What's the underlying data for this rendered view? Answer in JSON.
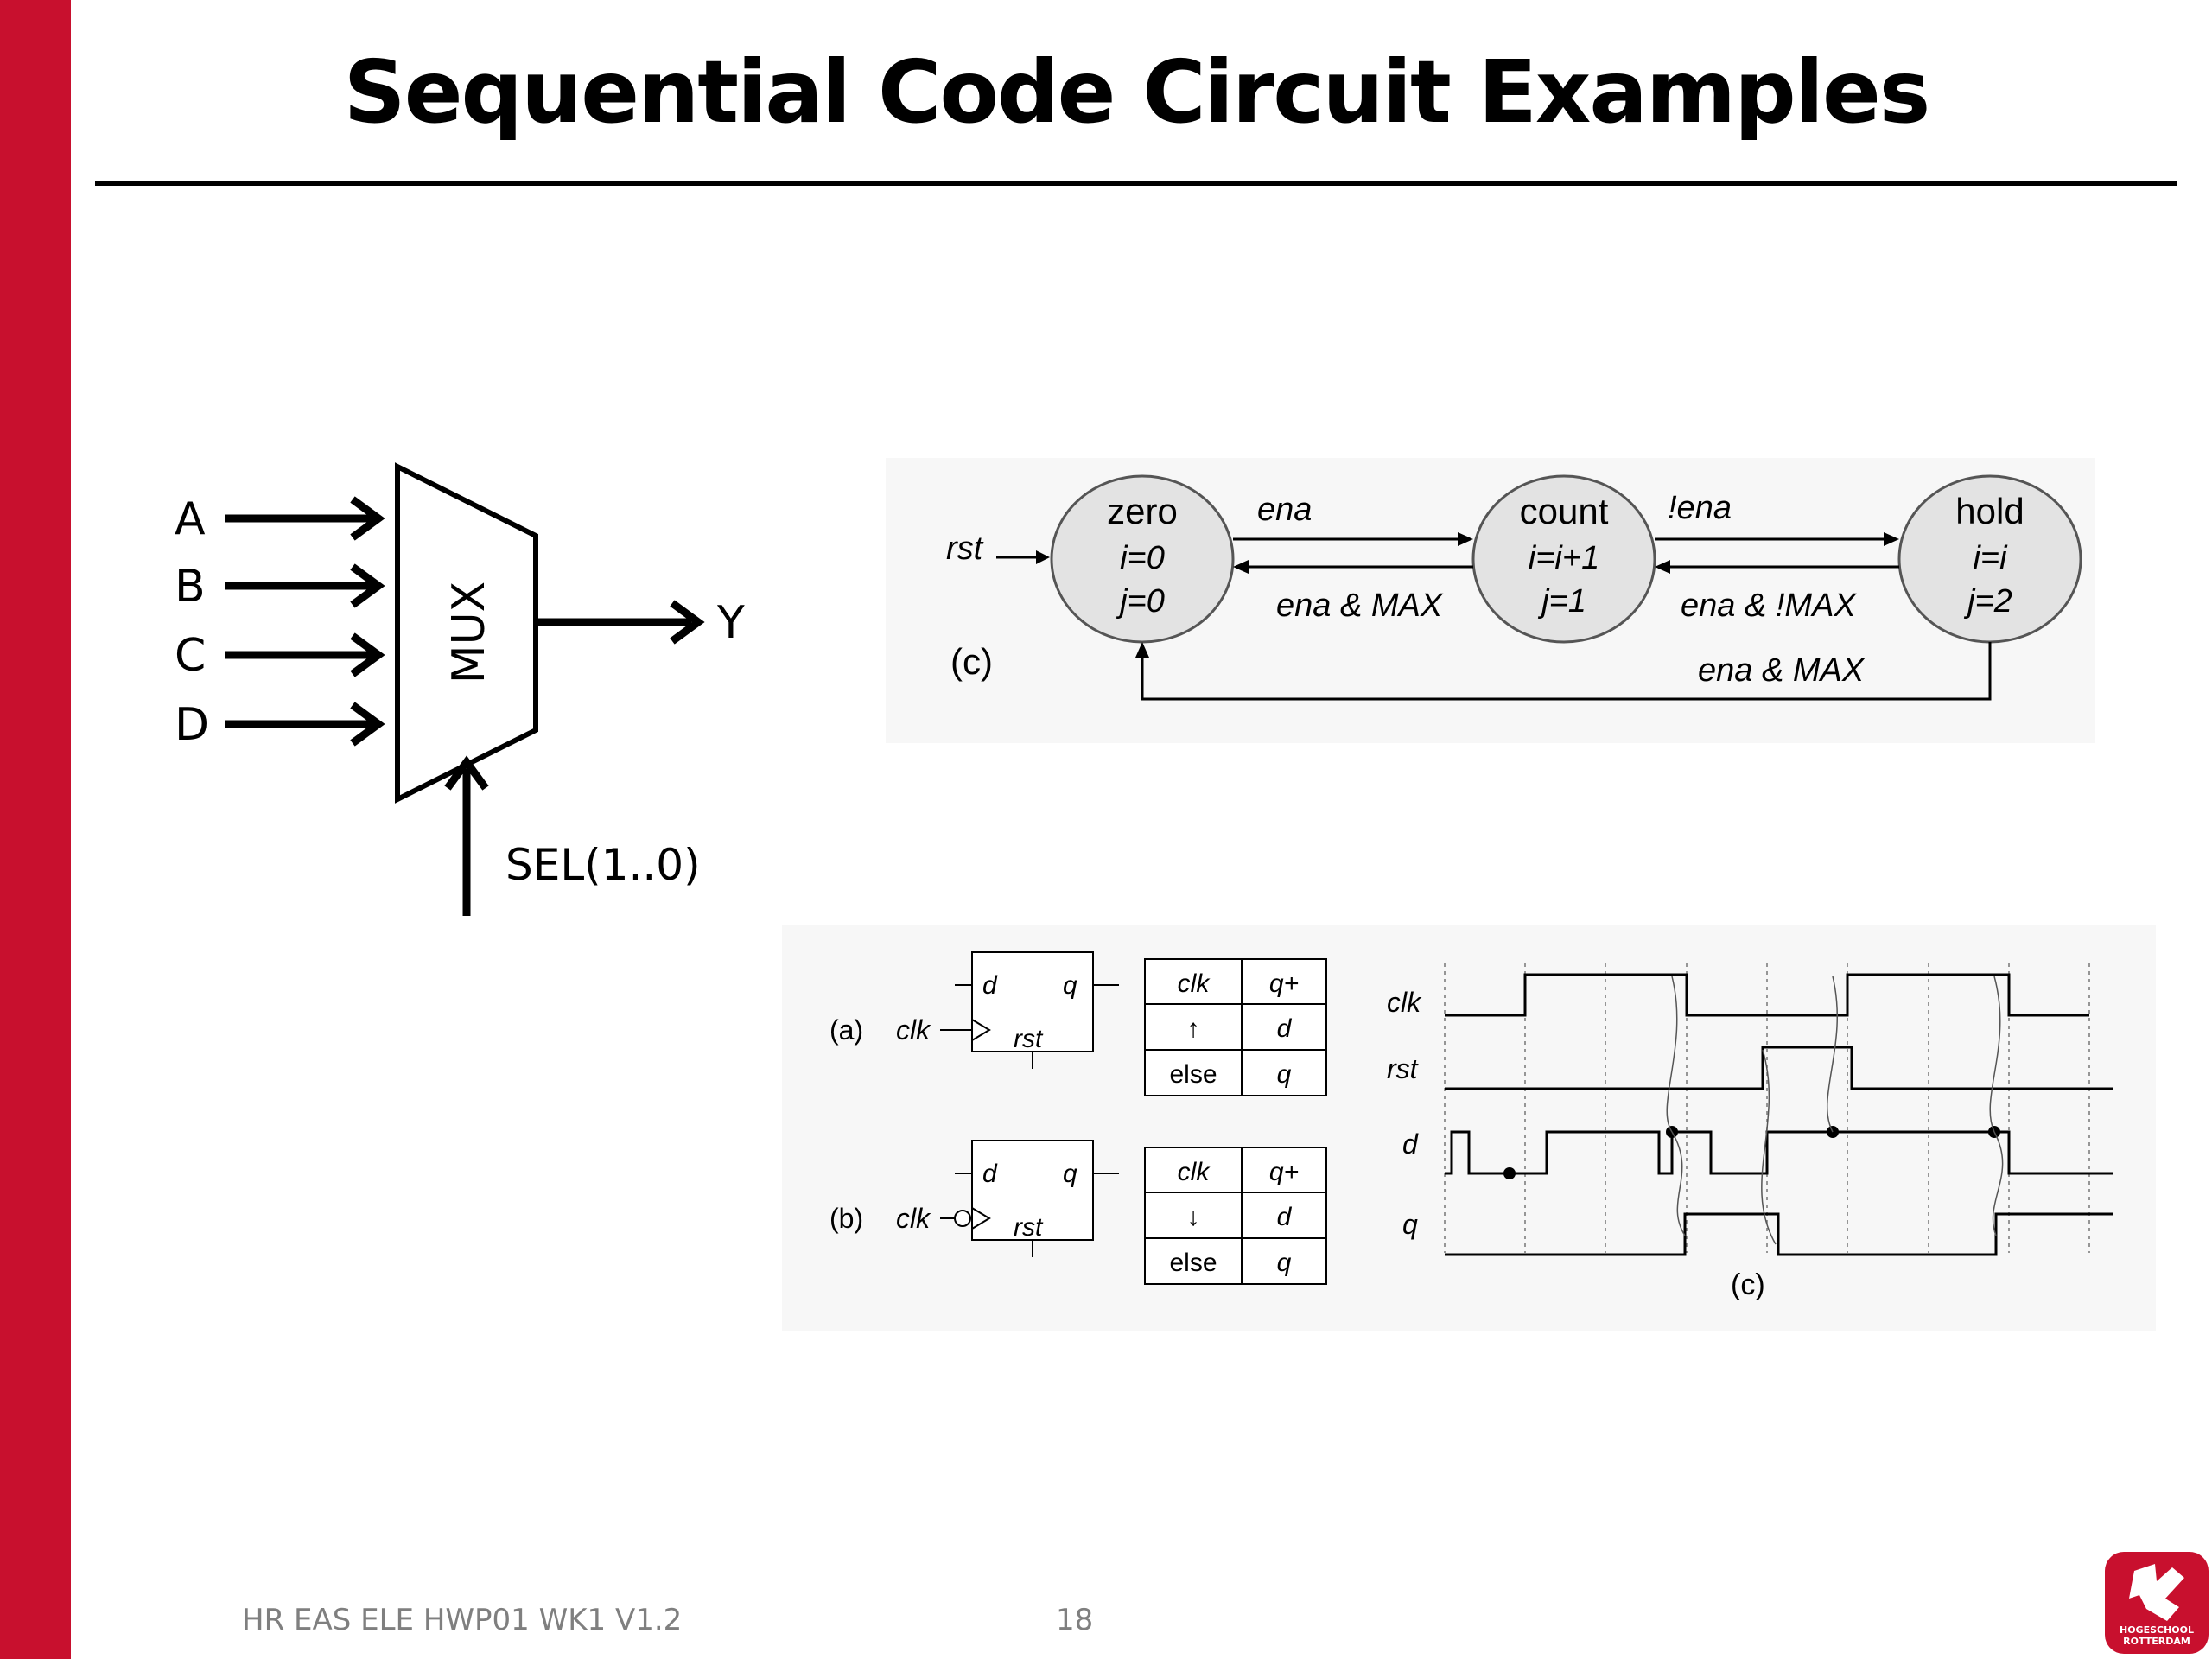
{
  "slide": {
    "title": "Sequential Code Circuit Examples",
    "footer": "HR EAS ELE HWP01 WK1 V1.2",
    "page_number": "18",
    "logo_text": [
      "HOGESCHOOL",
      "ROTTERDAM"
    ],
    "accent_color": "#c8102e"
  },
  "mux": {
    "inputs": [
      "A",
      "B",
      "C",
      "D"
    ],
    "block_label": "MUX",
    "output": "Y",
    "select": "SEL(1..0)"
  },
  "fsm": {
    "states": [
      {
        "name": "zero",
        "line1": "i=0",
        "line2": "j=0"
      },
      {
        "name": "count",
        "line1": "i=i+1",
        "line2": "j=1"
      },
      {
        "name": "hold",
        "line1": "i=i",
        "line2": "j=2"
      }
    ],
    "reset_label": "rst",
    "panel_label": "(c)",
    "transitions": {
      "zero_to_count": "ena",
      "count_to_zero": "ena & MAX",
      "count_to_hold": "!ena",
      "hold_to_count": "ena & !MAX",
      "hold_to_zero": "ena & MAX"
    }
  },
  "flipflops": {
    "a": {
      "label": "(a)",
      "clk": "clk",
      "pins": {
        "d": "d",
        "q": "q",
        "rst": "rst"
      },
      "table": [
        [
          "clk",
          "q+"
        ],
        [
          "↑",
          "d"
        ],
        [
          "else",
          "q"
        ]
      ]
    },
    "b": {
      "label": "(b)",
      "clk": "clk",
      "pins": {
        "d": "d",
        "q": "q",
        "rst": "rst"
      },
      "table": [
        [
          "clk",
          "q+"
        ],
        [
          "↓",
          "d"
        ],
        [
          "else",
          "q"
        ]
      ]
    }
  },
  "timing": {
    "signals": [
      "clk",
      "rst",
      "d",
      "q"
    ],
    "panel_label": "(c)"
  }
}
